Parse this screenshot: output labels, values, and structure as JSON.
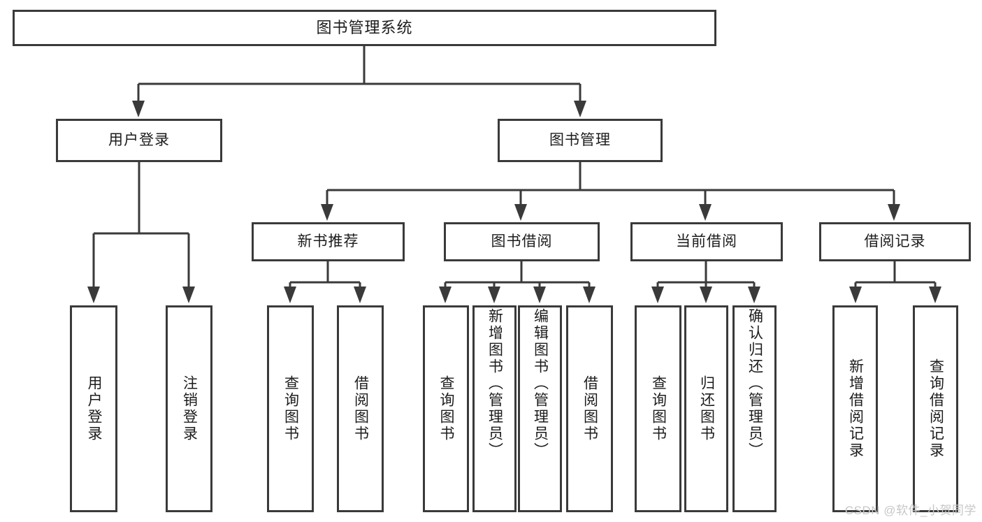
{
  "diagram": {
    "kind": "tree-structure-chart",
    "root": {
      "id": "root",
      "label": "图书管理系统"
    },
    "level2": [
      {
        "id": "user-login",
        "label": "用户登录"
      },
      {
        "id": "book-manage",
        "label": "图书管理"
      }
    ],
    "level3": [
      {
        "id": "new-book-recommend",
        "label": "新书推荐",
        "parent": "book-manage"
      },
      {
        "id": "book-borrow",
        "label": "图书借阅",
        "parent": "book-manage"
      },
      {
        "id": "current-borrow",
        "label": "当前借阅",
        "parent": "book-manage"
      },
      {
        "id": "borrow-record",
        "label": "借阅记录",
        "parent": "book-manage"
      }
    ],
    "leaves": [
      {
        "id": "leaf-user-login",
        "label": "用户登录",
        "parent": "user-login"
      },
      {
        "id": "leaf-user-logout",
        "label": "注销登录",
        "parent": "user-login"
      },
      {
        "id": "leaf-query-book-1",
        "label": "查询图书",
        "parent": "new-book-recommend"
      },
      {
        "id": "leaf-borrow-book-1",
        "label": "借阅图书",
        "parent": "new-book-recommend"
      },
      {
        "id": "leaf-query-book-2",
        "label": "查询图书",
        "parent": "book-borrow"
      },
      {
        "id": "leaf-add-book",
        "label": "新增图书（管理员）",
        "parent": "book-borrow"
      },
      {
        "id": "leaf-edit-book",
        "label": "编辑图书（管理员）",
        "parent": "book-borrow"
      },
      {
        "id": "leaf-borrow-book-2",
        "label": "借阅图书",
        "parent": "book-borrow"
      },
      {
        "id": "leaf-query-book-3",
        "label": "查询图书",
        "parent": "current-borrow"
      },
      {
        "id": "leaf-return-book",
        "label": "归还图书",
        "parent": "current-borrow"
      },
      {
        "id": "leaf-confirm-return",
        "label": "确认归还（管理员）",
        "parent": "current-borrow"
      },
      {
        "id": "leaf-add-record",
        "label": "新增借阅记录",
        "parent": "borrow-record"
      },
      {
        "id": "leaf-query-record",
        "label": "查询借阅记录",
        "parent": "borrow-record"
      }
    ]
  },
  "watermark": {
    "text": "CSDN @软件_小贺同学"
  },
  "colors": {
    "box_stroke": "#3a3a3a",
    "box_fill": "#ffffff",
    "text": "#1c1c1c",
    "background": "#ffffff",
    "watermark": "#c7c7c7"
  }
}
